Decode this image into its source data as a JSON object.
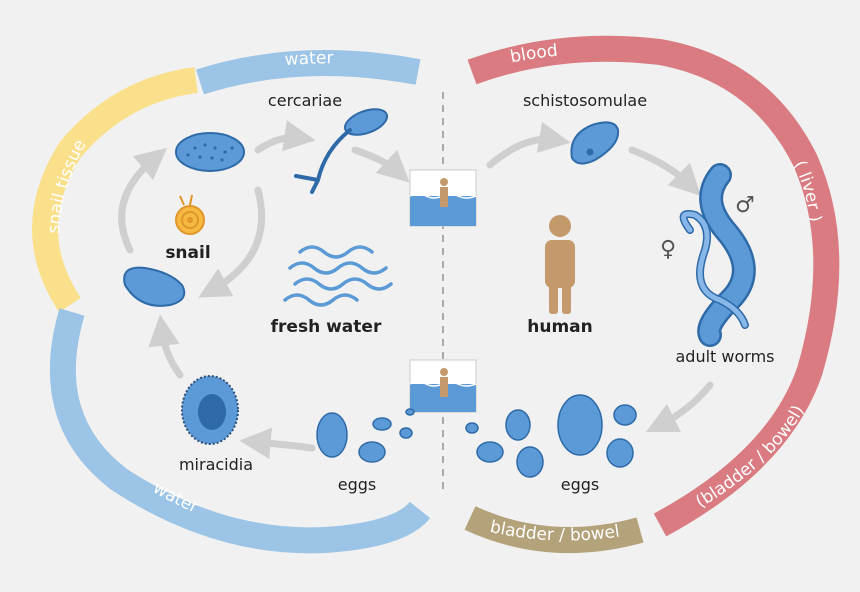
{
  "arcs": {
    "water_top": "water",
    "snail_tissue": "snail tissue",
    "water_bottom": "water",
    "blood": "blood",
    "liver": "( liver )",
    "bladder_bowel_right": "(bladder / bowel)",
    "bladder_bowel_bottom": "bladder / bowel"
  },
  "labels": {
    "cercariae": "cercariae",
    "schistosomulae": "schistosomulae",
    "snail": "snail",
    "fresh_water": "fresh water",
    "human": "human",
    "adult_worms": "adult worms",
    "miracidia": "miracidia",
    "eggs_left": "eggs",
    "eggs_right": "eggs"
  },
  "symbols": {
    "male": "♂",
    "female": "♀"
  },
  "colors": {
    "water_arc": "#9cc4e6",
    "snail_arc": "#fbe08c",
    "blood_arc": "#d97b80",
    "bowel_arc": "#b3a27a",
    "organism": "#5b9ad6",
    "arrow": "#cfcfcf",
    "human": "#c49a6c"
  }
}
